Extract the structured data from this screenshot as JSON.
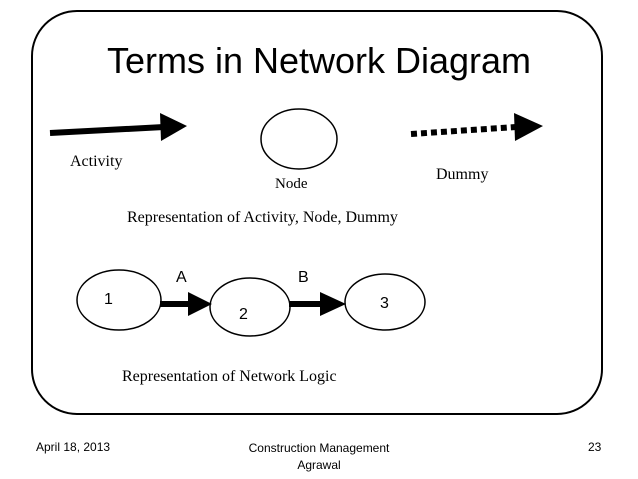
{
  "title": "Terms in Network Diagram",
  "legend": {
    "activity_label": "Activity",
    "node_label": "Node",
    "dummy_label": "Dummy",
    "caption": "Representation of Activity, Node, Dummy"
  },
  "network": {
    "nodes": [
      "1",
      "2",
      "3"
    ],
    "edges": [
      {
        "from": "1",
        "to": "2",
        "label": "A"
      },
      {
        "from": "2",
        "to": "3",
        "label": "B"
      }
    ],
    "caption": "Representation of Network Logic"
  },
  "footer": {
    "date": "April 18, 2013",
    "center_line1": "Construction Management",
    "center_line2": "Agrawal",
    "page": "23"
  }
}
